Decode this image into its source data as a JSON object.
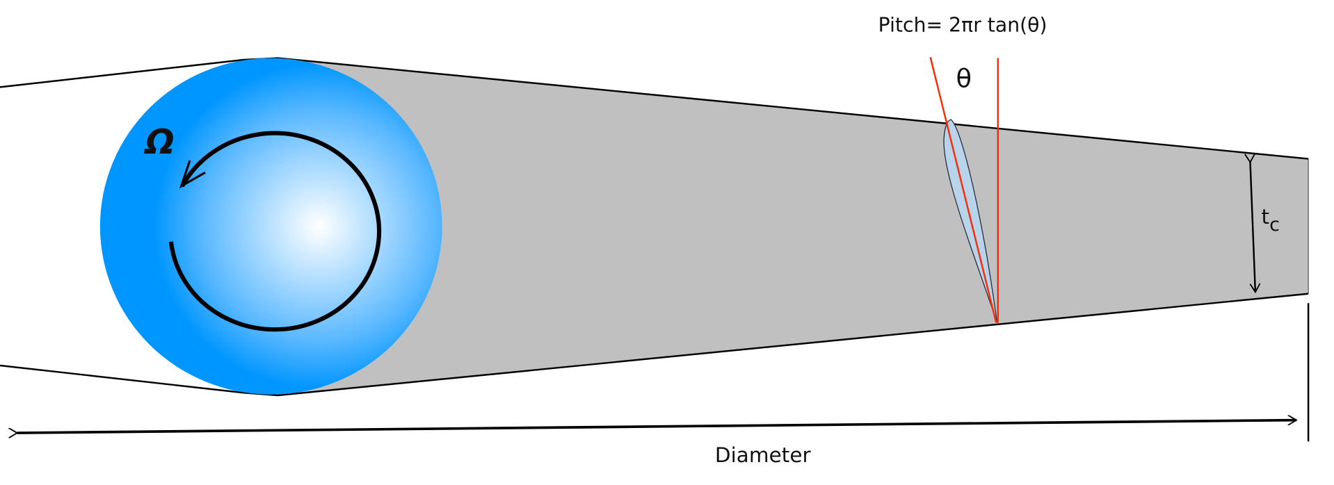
{
  "labels": {
    "pitch": "Pitch= 2πr tan(θ)",
    "theta": "θ",
    "omega": "Ω",
    "tc_main": "t",
    "tc_sub": "c",
    "diameter": "Diameter"
  },
  "colors": {
    "hub_blue": "#0096ff",
    "hub_light": "#ffffff",
    "blade_gray": "#c0c0c0",
    "airfoil": "#b8d4ea",
    "pitch_line": "#ff2a00"
  }
}
